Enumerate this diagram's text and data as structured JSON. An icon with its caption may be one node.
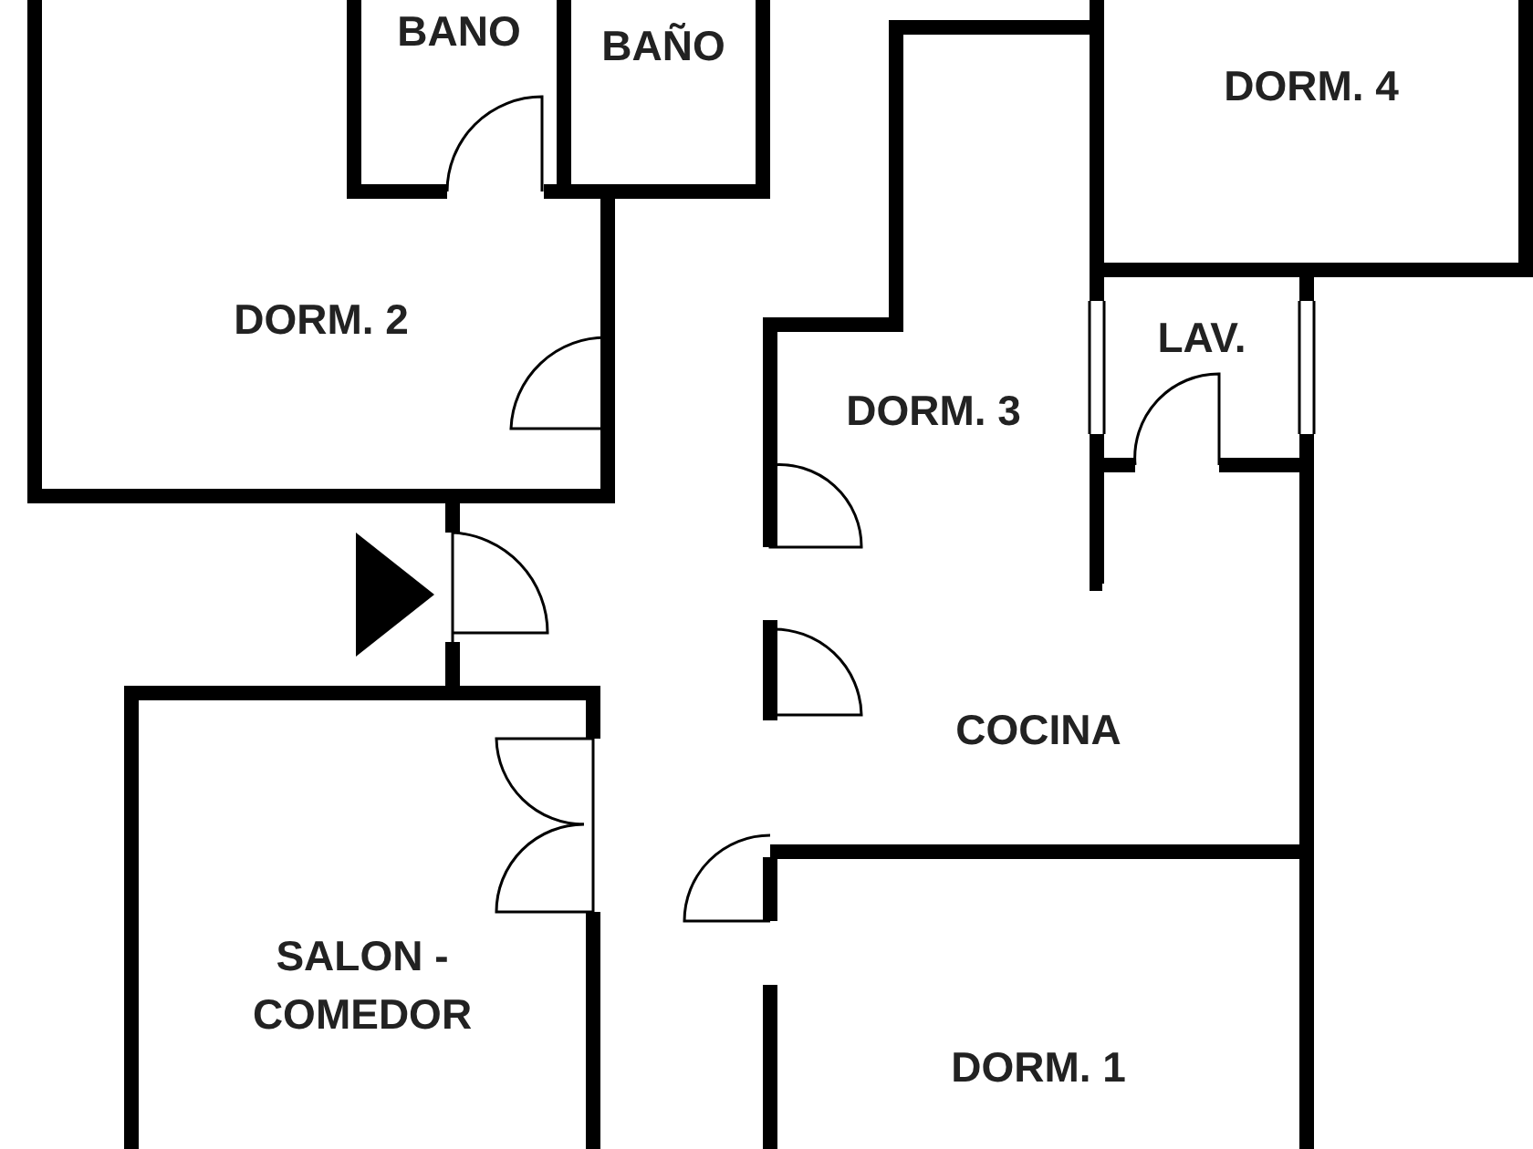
{
  "diagram": {
    "nodes": [
      {
        "text": [
          "BANO"
        ]
      },
      {
        "text": [
          "BAÑO"
        ]
      },
      {
        "text": [
          "DORM. 4"
        ]
      },
      {
        "text": [
          "DORM. 2"
        ]
      },
      {
        "text": [
          "LAV."
        ]
      },
      {
        "text": [
          "DORM. 3"
        ]
      },
      {
        "text": [
          "COCINA"
        ]
      },
      {
        "text": [
          "SALON - COMEDOR"
        ]
      },
      {
        "text": [
          "DORM. 1"
        ]
      }
    ]
  }
}
